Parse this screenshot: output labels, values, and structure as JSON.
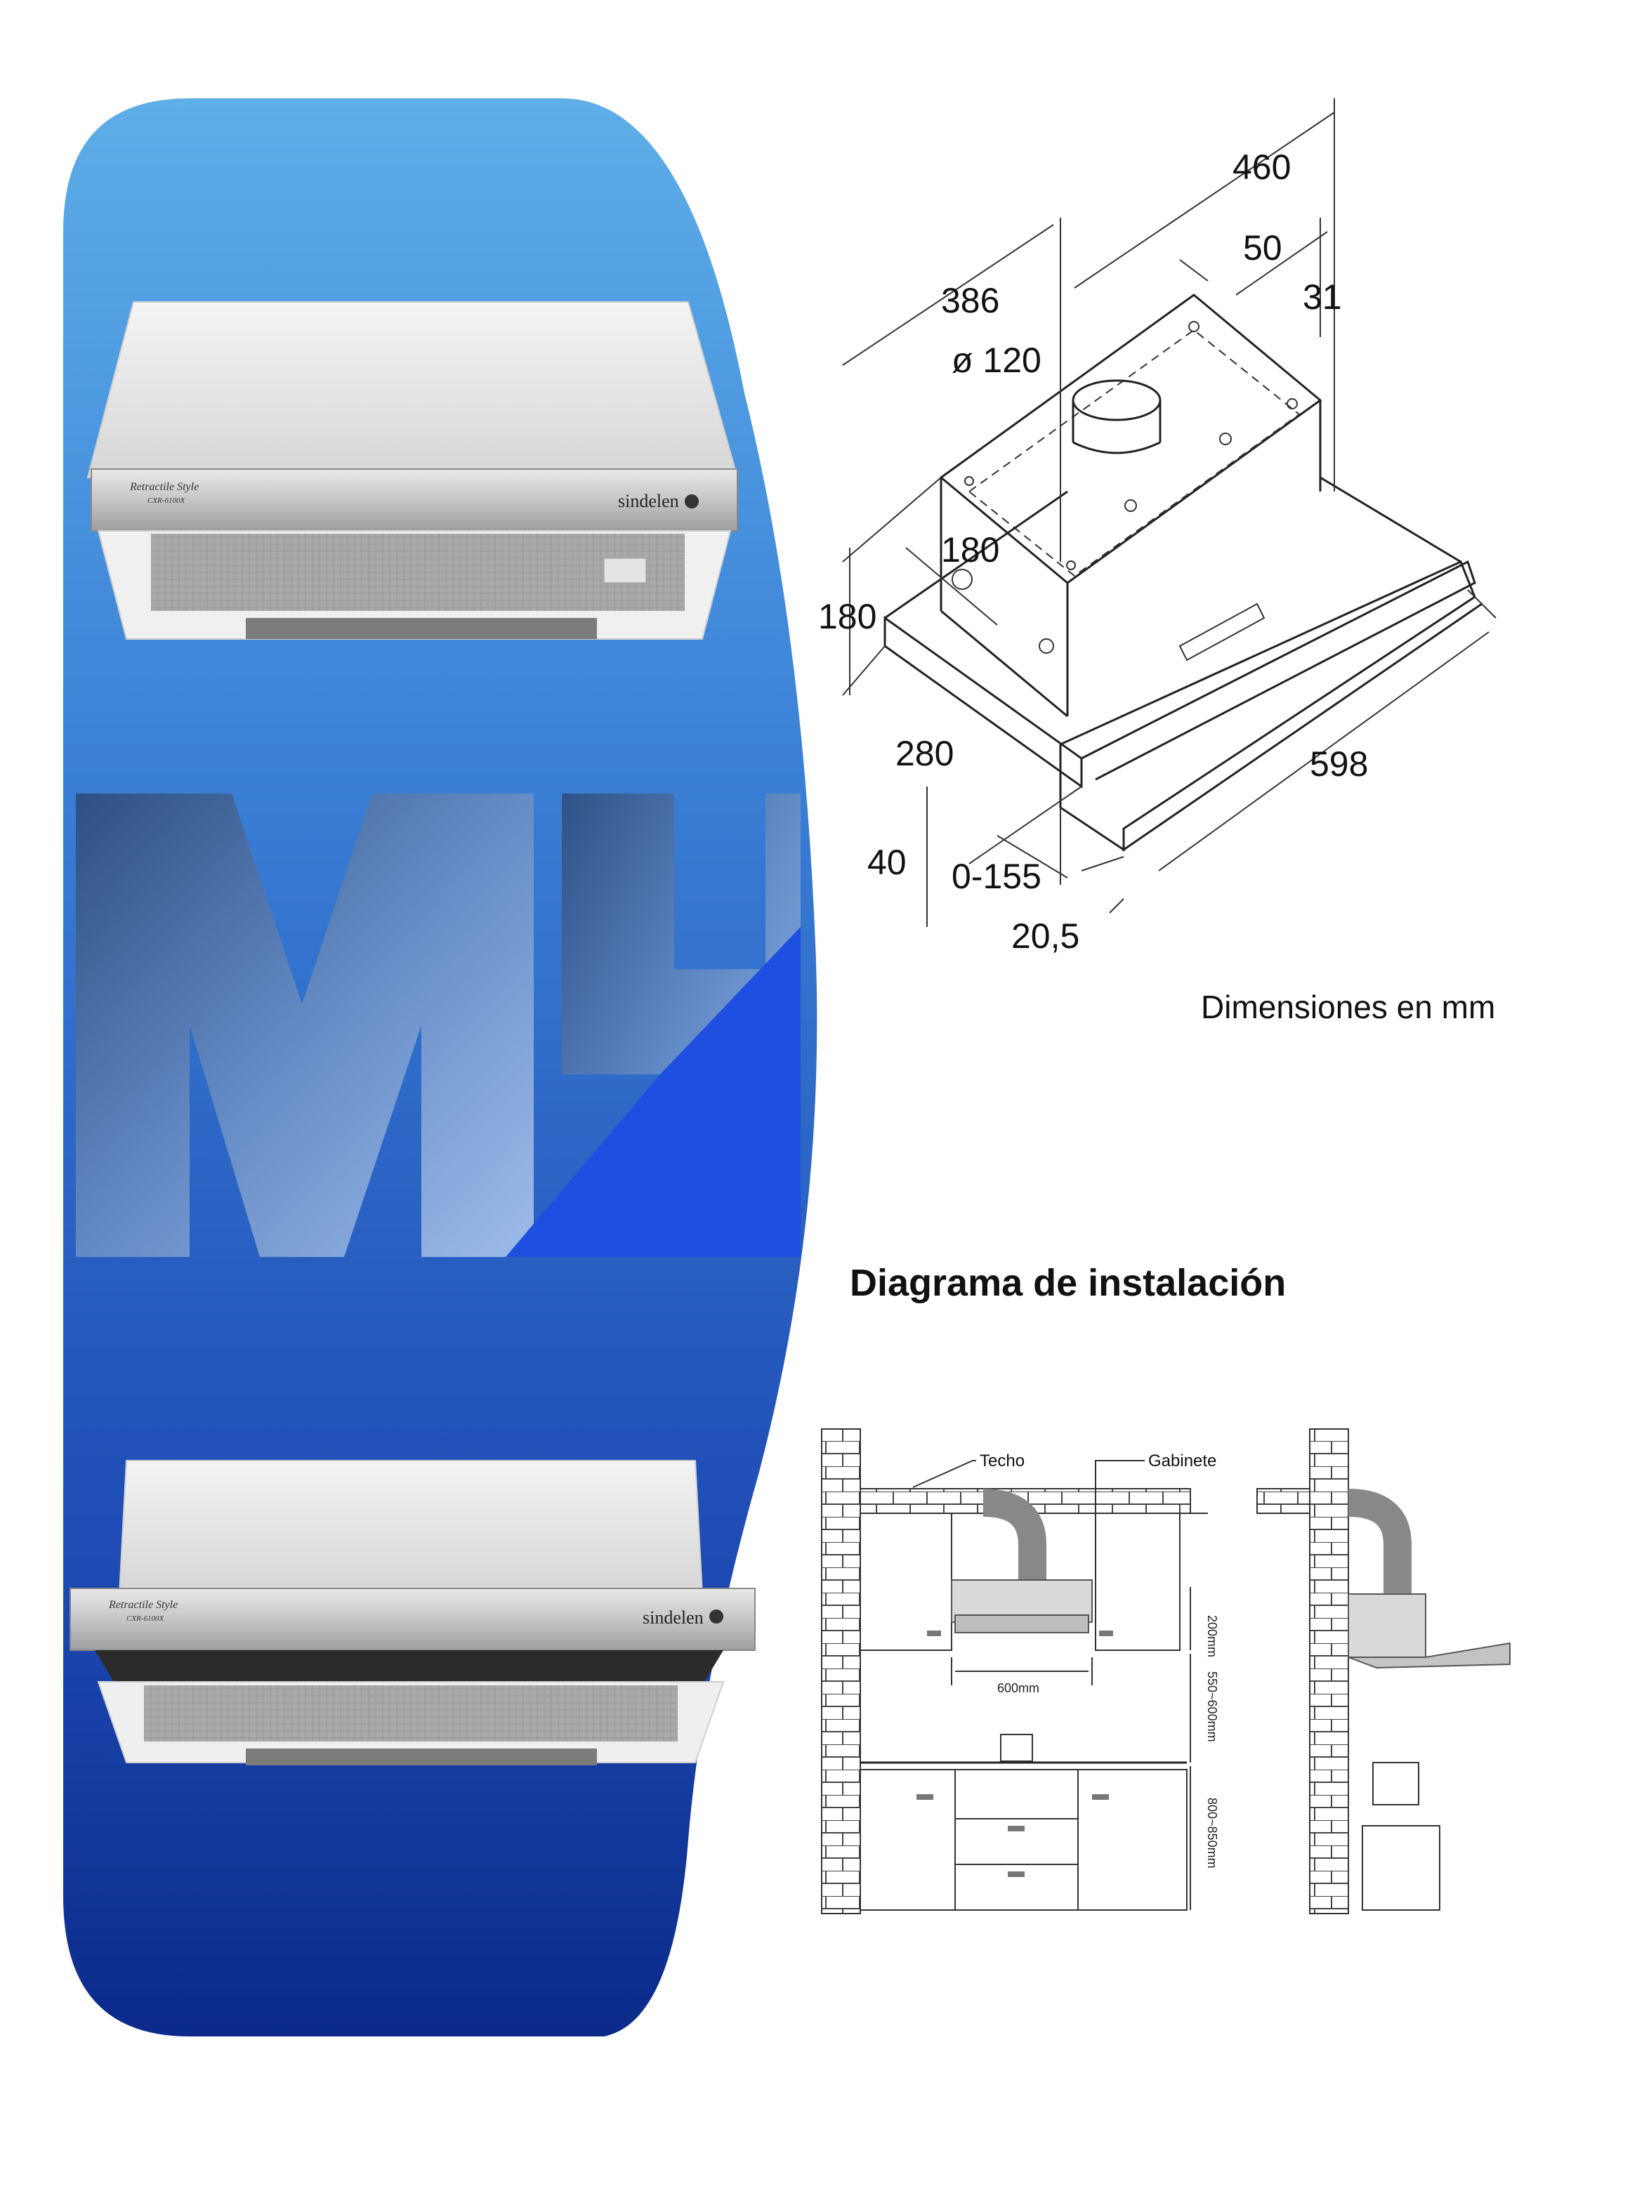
{
  "logo": {
    "text": "MH"
  },
  "products": [
    {
      "brand": "sindelen",
      "series": "Retractile Style",
      "model": "CXR-6100X"
    },
    {
      "brand": "sindelen",
      "series": "Retractile Style",
      "model": "CXR-6100X"
    }
  ],
  "dimensions_diagram": {
    "labels": {
      "d460": "460",
      "d386": "386",
      "d50": "50",
      "d31": "31",
      "d120": "ø 120",
      "d180a": "180",
      "d180b": "180",
      "d280": "280",
      "d598": "598",
      "d40": "40",
      "d0155": "0-155",
      "d205": "20,5"
    },
    "caption": "Dimensiones en mm"
  },
  "installation_diagram": {
    "title": "Diagrama de instalación",
    "ceiling_label": "Techo",
    "cabinet_label": "Gabinete",
    "width_label": "600mm",
    "height_labels": [
      "200mm",
      "550~600mm",
      "800~850mm"
    ]
  },
  "colors": {
    "panel_top": "#5aaae6",
    "panel_bottom": "#0c2c8e",
    "logo_blue": "#1f4fe0"
  }
}
